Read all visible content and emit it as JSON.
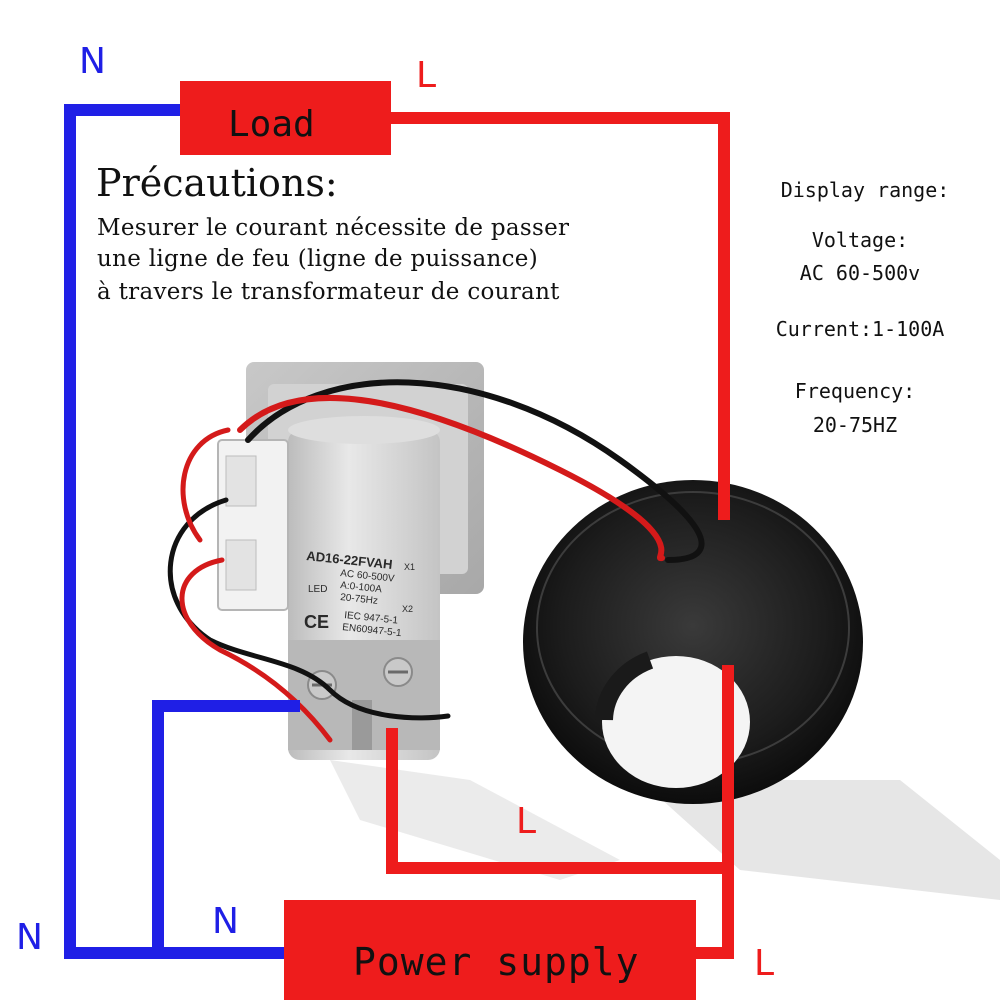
{
  "diagram": {
    "labels": {
      "n_top": "N",
      "l_top": "L",
      "l_middle": "L",
      "n_bottom_left": "N",
      "n_bottom_inner": "N",
      "l_bottom_right": "L"
    },
    "load_box": {
      "label": "Load"
    },
    "power_supply_box": {
      "label": "Power supply"
    },
    "precautions": {
      "title": "Précautions:",
      "lines": [
        "Mesurer le courant nécessite de passer",
        "une ligne de feu (ligne de puissance)",
        "à travers le transformateur de courant"
      ]
    },
    "specs": {
      "display_range": "Display range:",
      "voltage_label": "Voltage:",
      "voltage_value": "AC 60-500v",
      "current": "Current:1-100A",
      "frequency_label": "Frequency:",
      "frequency_value": "20-75HZ"
    },
    "device_label": {
      "model": "AD16-22FVAH",
      "ac_range": "AC 60-500V",
      "a_range": "A:0-100A",
      "hz_range": "20-75Hz",
      "led": "LED",
      "x1": "X1",
      "x2": "X2",
      "ce": "CE",
      "iec": "IEC 947-5-1",
      "en": "EN60947-5-1"
    },
    "colors": {
      "neutral_wire": "#1f1fe6",
      "live_wire": "#ee1c1c",
      "box_fill": "#ee1c1c"
    }
  }
}
